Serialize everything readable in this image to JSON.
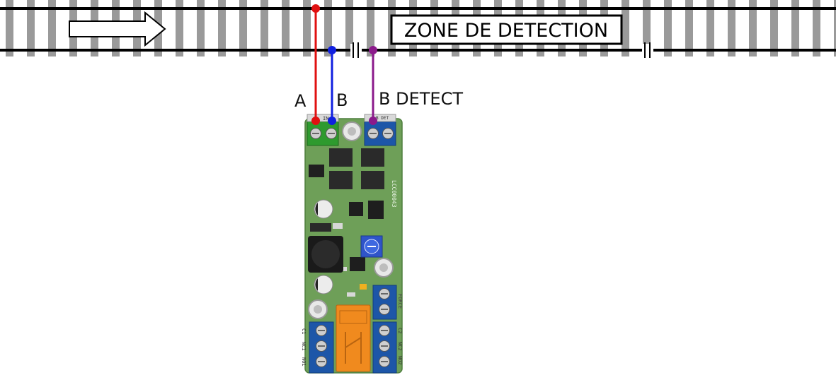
{
  "zone": {
    "label": "ZONE DE DETECTION"
  },
  "wires": {
    "a": {
      "label": "A",
      "color": "#e01010"
    },
    "b": {
      "label": "B",
      "color": "#1020e0"
    },
    "b_detect": {
      "label": "B DETECT",
      "color": "#8b1a8b"
    }
  },
  "board": {
    "product_code": "LCC00043",
    "terminal_labels": {
      "top_left": "IN",
      "top_right": "B DET",
      "force": "FORCE",
      "left_bottom": [
        "C1",
        "NC1",
        "NO1"
      ],
      "right_bottom": [
        "C2",
        "NC2",
        "NO2"
      ]
    },
    "colors": {
      "pcb": "#6e9f58",
      "terminal_green": "#2e9a2e",
      "terminal_blue": "#1d56a8",
      "relay": "#f08a1e",
      "track": "#9a9a9a"
    }
  }
}
